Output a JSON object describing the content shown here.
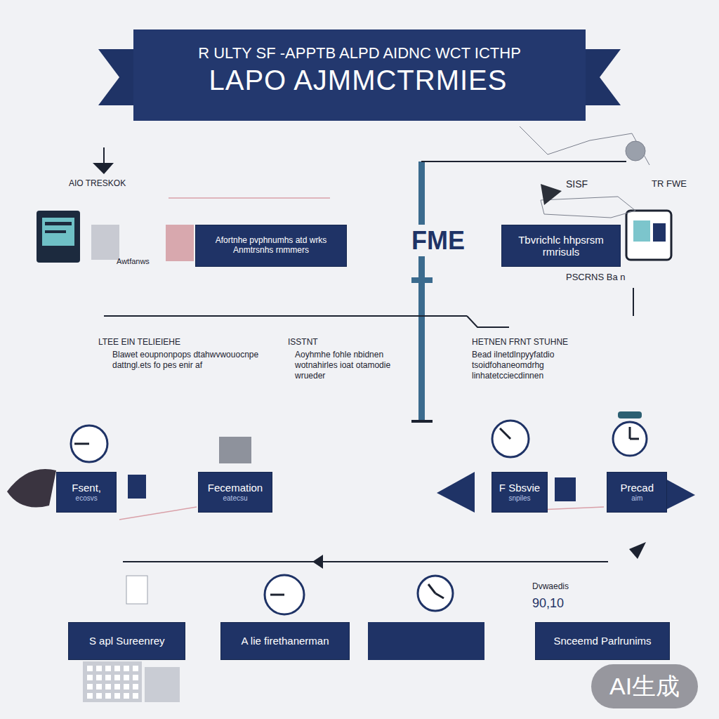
{
  "diagram": {
    "title": "LAPO AJMMCTRMIES",
    "nodes": [
      {
        "text": [
          "Afortnhe pvphnumhs atd wrks Anmtrsnhs rnmmers"
        ]
      },
      {
        "text": [
          "Tbvrichlc hhpsrsm rmrisuls"
        ]
      },
      {
        "text": [
          "Fsent,",
          "ecosvs"
        ]
      },
      {
        "text": [
          "Fecemation",
          "eatecsu"
        ]
      },
      {
        "text": [
          "F Sbsvie",
          "snpiles"
        ]
      },
      {
        "text": [
          "Precad",
          "aim"
        ]
      },
      {
        "text": [
          "S apl Sureenrey"
        ]
      },
      {
        "text": [
          "A lie firethanerman"
        ]
      },
      {
        "text": [
          "Snceemd Parlrunims"
        ]
      }
    ],
    "labels": [
      "R ULTY SF -APPTB ALPD AIDNC WCT ICTHP",
      "AIO TRESKOK",
      "Awtfanws",
      "FME",
      "SISF",
      "TR FWE",
      "PSCRNS Ba n",
      "LTEE EIN TELIEIEHE",
      "Blawet eoupnonpops dtahwvwouocnpe dattngl.ets fo pes enir af",
      "ISSTNT",
      "Aoyhmhe fohle nbidnen wotnahirles ioat otamodie wrueder",
      "HETNEN FRNT STUHNE",
      "Bead ilnetdlnpyyfatdio tsoidfohaneomdrhg linhatetcciecdinnen",
      "Dvwaedis",
      "90,10",
      "AI生成"
    ]
  }
}
